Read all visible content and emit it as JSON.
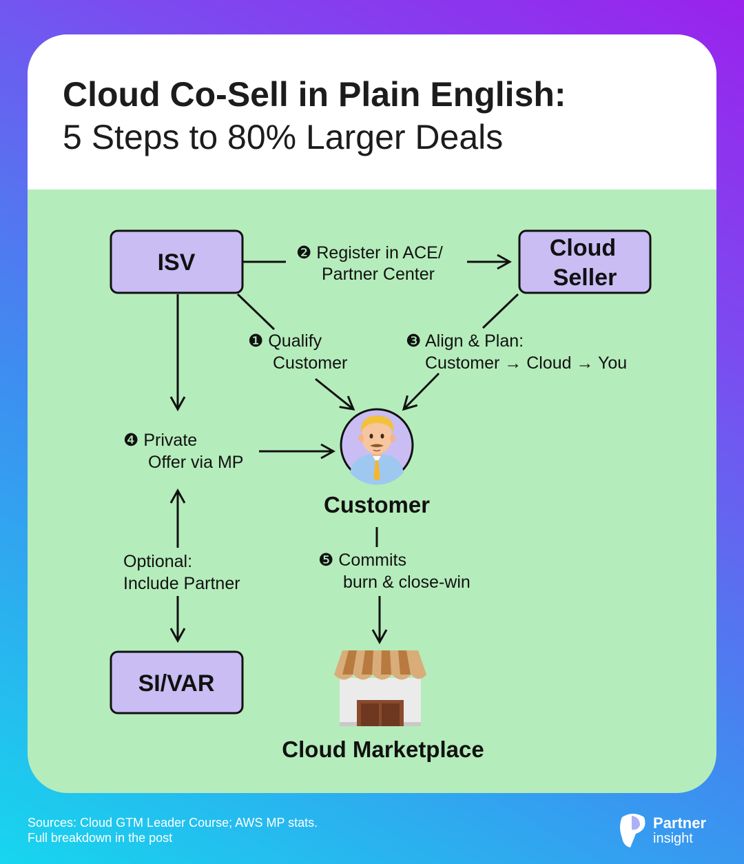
{
  "header": {
    "title_line1": "Cloud Co-Sell in Plain English:",
    "title_line2": "5 Steps to 80% Larger Deals"
  },
  "nodes": {
    "isv": "ISV",
    "cloud_seller_line1": "Cloud",
    "cloud_seller_line2": "Seller",
    "customer": "Customer",
    "si_var": "SI/VAR",
    "marketplace": "Cloud Marketplace"
  },
  "edges": {
    "step2_line1": "❷ Register in ACE/",
    "step2_line2": "Partner Center",
    "step1_line1": "❶ Qualify",
    "step1_line2": "Customer",
    "step3_line1": "❸ Align & Plan:",
    "step3_line2": "Customer → Cloud → You",
    "step4_line1": "❹ Private",
    "step4_line2": "Offer via MP",
    "optional_line1": "Optional:",
    "optional_line2": "Include Partner",
    "step5_line1": "❺ Commits",
    "step5_line2": "burn & close-win"
  },
  "footer": {
    "line1": "Sources: Cloud GTM Leader Course; AWS MP stats.",
    "line2": "Full breakdown in the post"
  },
  "brand": {
    "name": "Partner",
    "sub": "insight"
  },
  "colors": {
    "panel_green": "#b5ecbb",
    "node_purple": "#c9bdf4",
    "gradient_start": "#17d6ee",
    "gradient_end": "#9a22ec"
  }
}
